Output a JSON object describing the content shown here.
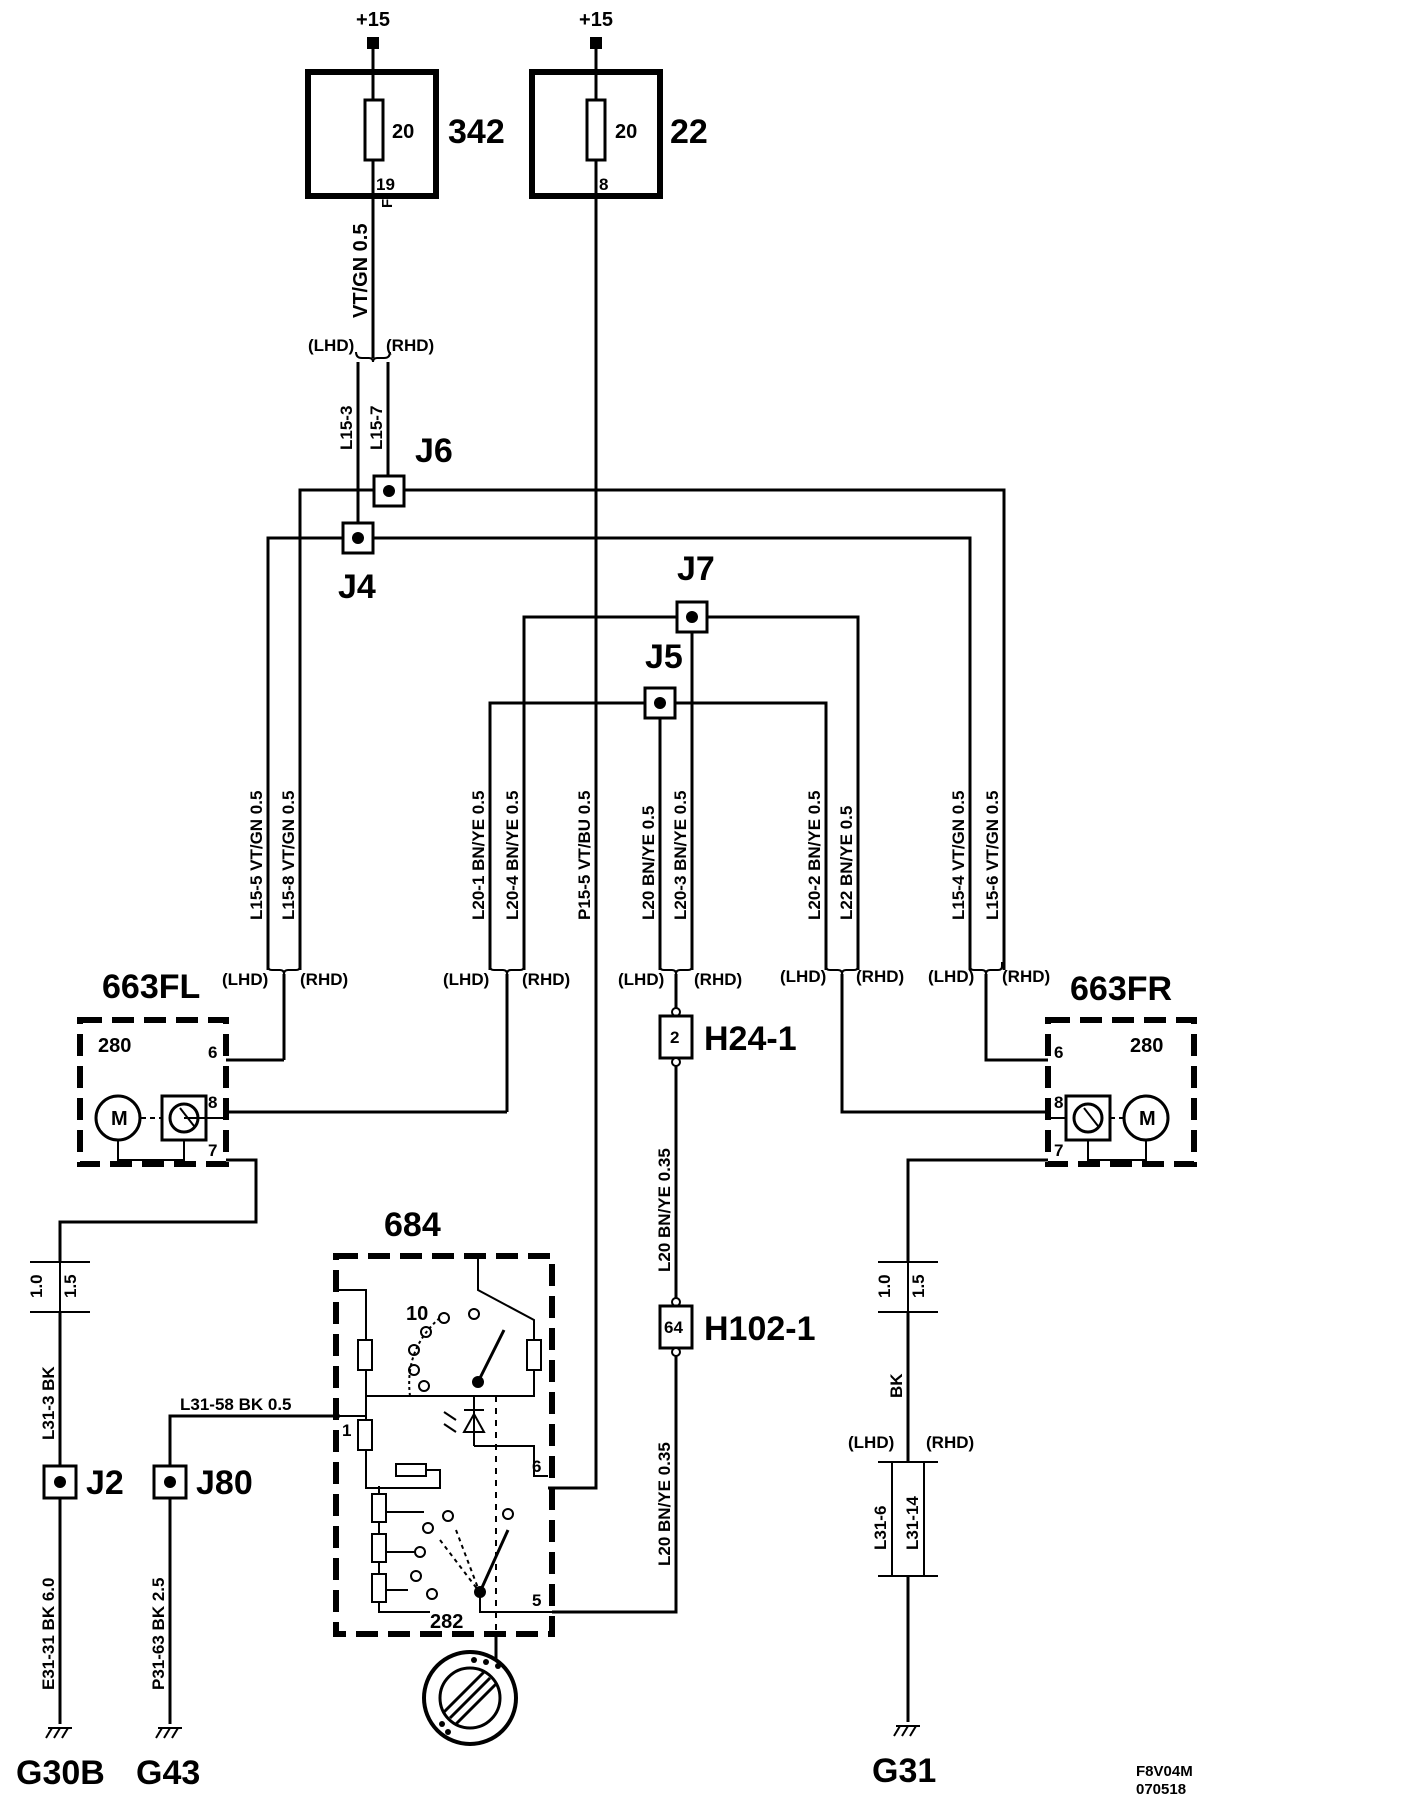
{
  "supplies": {
    "left": "+15",
    "right": "+15"
  },
  "fuses": {
    "f342": {
      "rating": "20",
      "label": "342",
      "pin": "19",
      "pin_letter": "F"
    },
    "f22": {
      "rating": "20",
      "label": "22",
      "pin": "8"
    }
  },
  "wires": {
    "vtgn_top": "VT/GN  0.5",
    "l15_3": "L15-3",
    "l15_7": "L15-7",
    "l15_5": "L15-5  VT/GN  0.5",
    "l15_8": "L15-8  VT/GN  0.5",
    "l20_1": "L20-1  BN/YE  0.5",
    "l20_4": "L20-4  BN/YE  0.5",
    "p15_5": "P15-5  VT/BU  0.5",
    "l20": "L20  BN/YE  0.5",
    "l20_3": "L20-3  BN/YE  0.5",
    "l20_2": "L20-2  BN/YE  0.5",
    "l22": "L22  BN/YE  0.5",
    "l15_4": "L15-4  VT/GN  0.5",
    "l15_6": "L15-6  VT/GN  0.5",
    "l20_mid": "L20  BN/YE  0.35",
    "l20_low": "L20  BN/YE  0.35",
    "l31_58": "L31-58 BK  0.5",
    "size_10": "1.0",
    "size_15": "1.5",
    "l31_3": "L31-3  BK",
    "e31_31": "E31-31  BK  6.0",
    "p31_63": "P31-63  BK  2.5",
    "bk": "BK",
    "l31_6": "L31-6",
    "l31_14": "L31-14"
  },
  "variants": {
    "lhd": "(LHD)",
    "rhd": "(RHD)"
  },
  "junctions": {
    "j2": "J2",
    "j4": "J4",
    "j5": "J5",
    "j6": "J6",
    "j7": "J7",
    "j80": "J80"
  },
  "components": {
    "fl": {
      "label": "663FL",
      "num": "280",
      "motor": "M",
      "pin6": "6",
      "pin8": "8",
      "pin7": "7"
    },
    "fr": {
      "label": "663FR",
      "num": "280",
      "motor": "M",
      "pin6": "6",
      "pin8": "8",
      "pin7": "7"
    },
    "sw": {
      "label": "684",
      "n10": "10",
      "n282": "282",
      "pin1": "1",
      "pin6": "6",
      "pin5": "5"
    },
    "h24": {
      "label": "H24-1",
      "pin": "2"
    },
    "h102": {
      "label": "H102-1",
      "pin": "64"
    }
  },
  "grounds": {
    "g30b": "G30B",
    "g43": "G43",
    "g31": "G31"
  },
  "doc": {
    "code": "F8V04M",
    "date": "070518"
  }
}
